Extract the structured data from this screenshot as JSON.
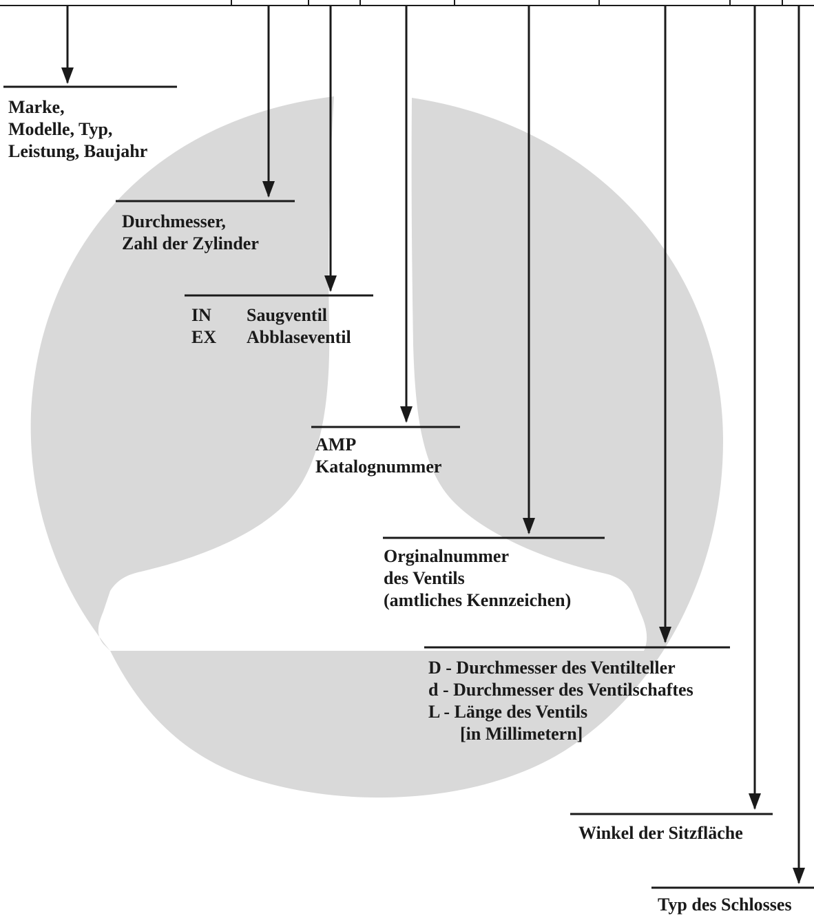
{
  "colors": {
    "ink": "#1a1a1a",
    "watermark": "#d9d9d9",
    "background": "#ffffff"
  },
  "callouts": {
    "marke": {
      "lines": [
        "Marke,",
        "Modelle, Typ,",
        "Leistung, Baujahr"
      ]
    },
    "durchmesser": {
      "lines": [
        "Durchmesser,",
        "Zahl der Zylinder"
      ]
    },
    "ventiltyp": {
      "rows": [
        {
          "code": "IN",
          "text": "Saugventil"
        },
        {
          "code": "EX",
          "text": "Abblaseventil"
        }
      ]
    },
    "amp": {
      "lines": [
        "AMP",
        "Katalognummer"
      ]
    },
    "originalnummer": {
      "lines": [
        "Orginalnummer",
        "des Ventils",
        "(amtliches Kennzeichen)"
      ]
    },
    "masse": {
      "lines": [
        "D - Durchmesser des Ventilteller",
        "d - Durchmesser des Ventilschaftes",
        "L - Länge des Ventils",
        "[in Millimetern]"
      ]
    },
    "winkel": {
      "lines": [
        "Winkel der Sitzfläche"
      ]
    },
    "schloss": {
      "lines": [
        "Typ des Schlosses"
      ]
    }
  }
}
